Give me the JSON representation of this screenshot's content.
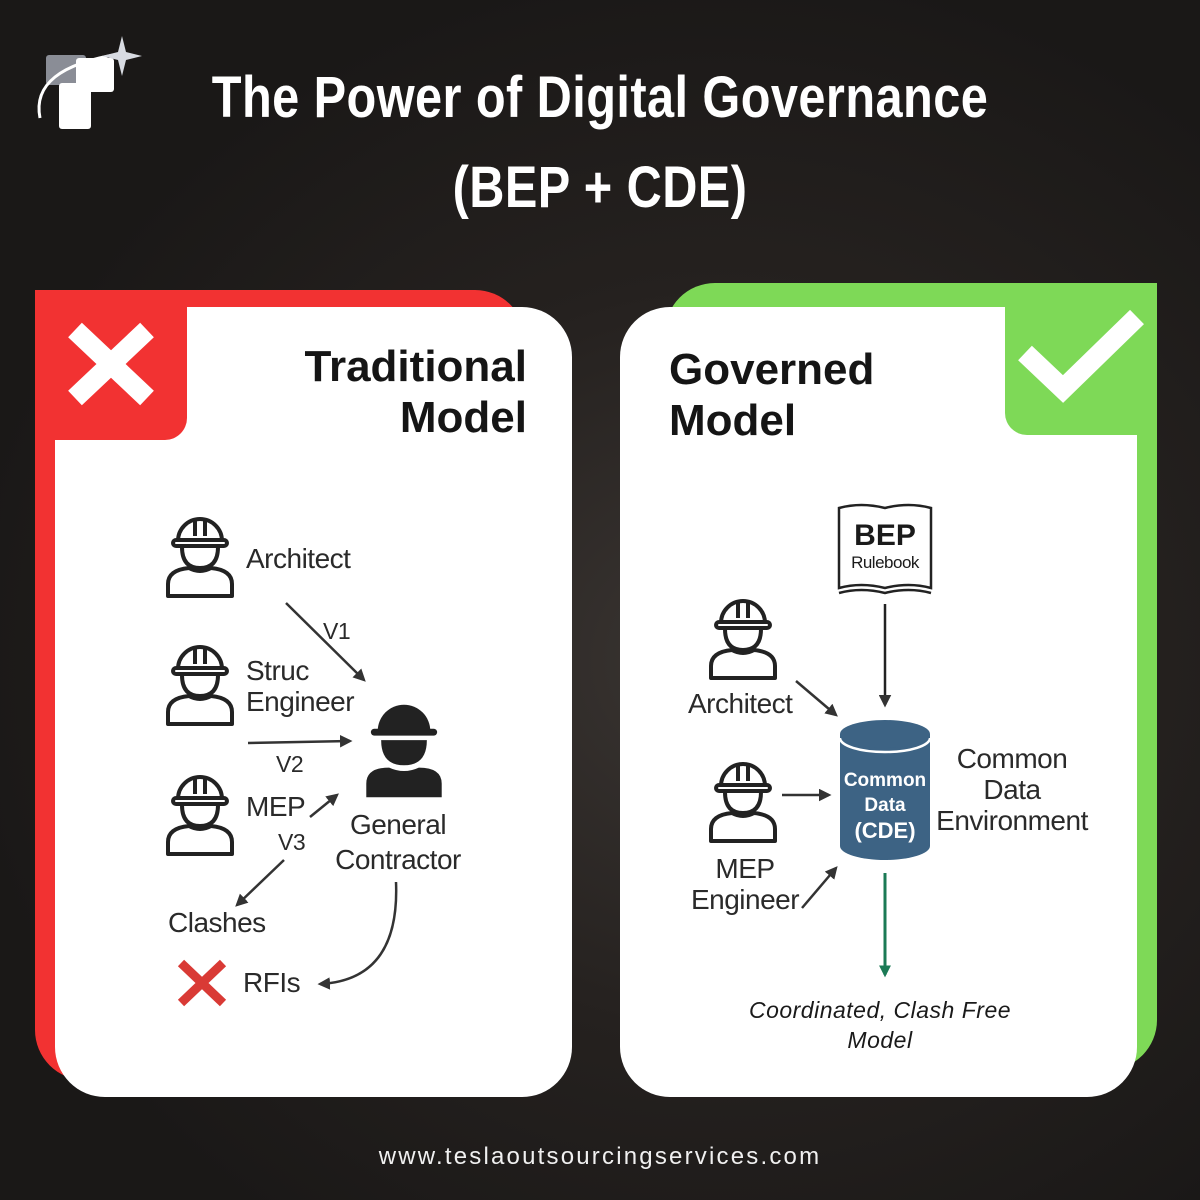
{
  "header": {
    "title_line1": "The Power of Digital Governance",
    "title_line2": "(BEP + CDE)"
  },
  "traditional": {
    "heading_line1": "Traditional",
    "heading_line2": "Model",
    "status_icon": "cross-icon",
    "accent_color": "#f23232",
    "architect": "Architect",
    "struc_line1": "Struc",
    "struc_line2": "Engineer",
    "mep": "MEP",
    "gc_line1": "General",
    "gc_line2": "Contractor",
    "v1": "V1",
    "v2": "V2",
    "v3": "V3",
    "clashes": "Clashes",
    "rfis": "RFIs"
  },
  "governed": {
    "heading_line1": "Governed",
    "heading_line2": "Model",
    "status_icon": "check-icon",
    "accent_color": "#7ed957",
    "bep": "BEP",
    "rulebook": "Rulebook",
    "architect": "Architect",
    "mep_line1": "MEP",
    "mep_line2": "Engineer",
    "cde_line1": "Common",
    "cde_line2": "Data",
    "cde_line3": "(CDE)",
    "env_line1": "Common",
    "env_line2": "Data",
    "env_line3": "Environment",
    "result_line1": "Coordinated, Clash Free",
    "result_line2": "Model",
    "cde_color": "#3d6384",
    "output_arrow_color": "#1b7a55"
  },
  "footer": {
    "website": "www.teslaoutsourcingservices.com"
  }
}
